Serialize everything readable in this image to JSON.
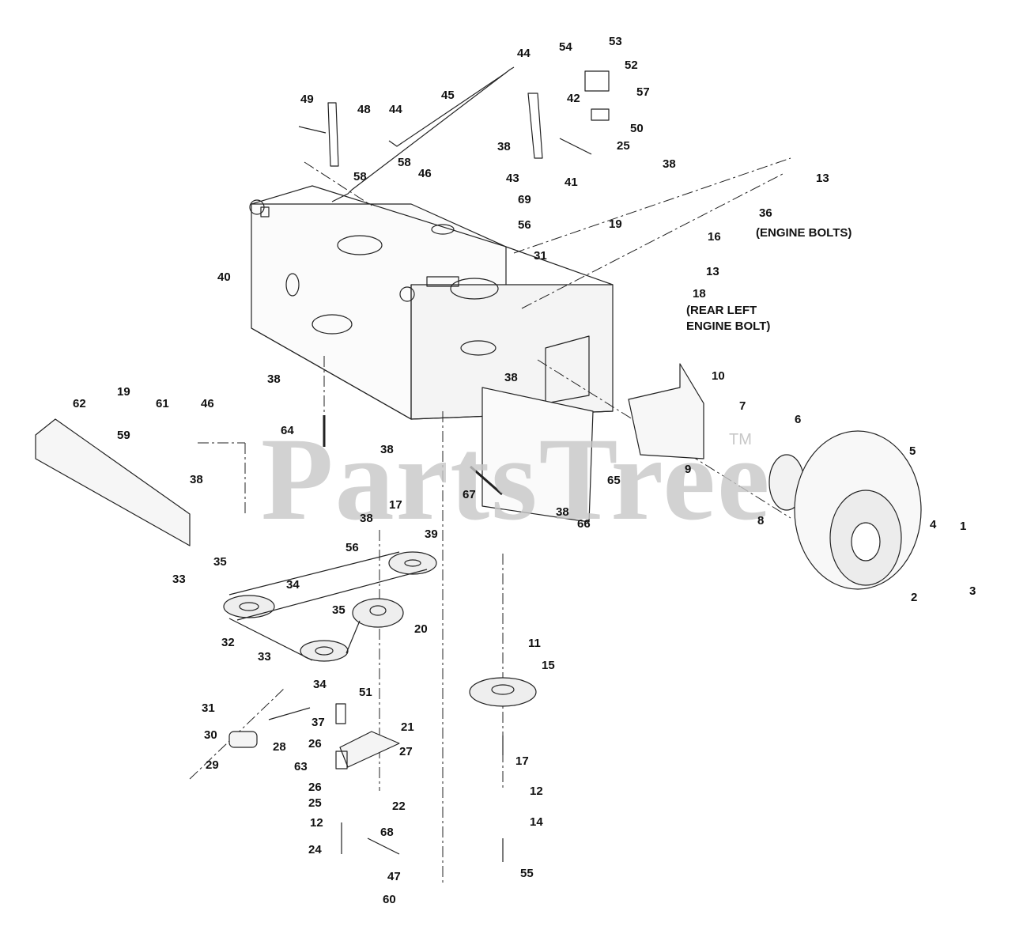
{
  "watermark": {
    "text": "PartsTree",
    "tm": "TM"
  },
  "notes": {
    "engine_bolts": "(ENGINE BOLTS)",
    "rear_left_1": "(REAR LEFT",
    "rear_left_2": "ENGINE BOLT)"
  },
  "callouts": [
    {
      "id": "44a",
      "text": "44"
    },
    {
      "id": "54",
      "text": "54"
    },
    {
      "id": "53",
      "text": "53"
    },
    {
      "id": "52",
      "text": "52"
    },
    {
      "id": "45",
      "text": "45"
    },
    {
      "id": "49",
      "text": "49"
    },
    {
      "id": "48",
      "text": "48"
    },
    {
      "id": "42",
      "text": "42"
    },
    {
      "id": "57",
      "text": "57"
    },
    {
      "id": "44b",
      "text": "44"
    },
    {
      "id": "50",
      "text": "50"
    },
    {
      "id": "38a",
      "text": "38"
    },
    {
      "id": "25a",
      "text": "25"
    },
    {
      "id": "58a",
      "text": "58"
    },
    {
      "id": "46a",
      "text": "46"
    },
    {
      "id": "43",
      "text": "43"
    },
    {
      "id": "41",
      "text": "41"
    },
    {
      "id": "38b",
      "text": "38"
    },
    {
      "id": "13a",
      "text": "13"
    },
    {
      "id": "58b",
      "text": "58"
    },
    {
      "id": "69",
      "text": "69"
    },
    {
      "id": "36",
      "text": "36"
    },
    {
      "id": "56a",
      "text": "56"
    },
    {
      "id": "19a",
      "text": "19"
    },
    {
      "id": "16",
      "text": "16"
    },
    {
      "id": "31a",
      "text": "31"
    },
    {
      "id": "40",
      "text": "40"
    },
    {
      "id": "13b",
      "text": "13"
    },
    {
      "id": "18",
      "text": "18"
    },
    {
      "id": "38c",
      "text": "38"
    },
    {
      "id": "38d",
      "text": "38"
    },
    {
      "id": "10",
      "text": "10"
    },
    {
      "id": "19b",
      "text": "19"
    },
    {
      "id": "46b",
      "text": "46"
    },
    {
      "id": "62",
      "text": "62"
    },
    {
      "id": "61",
      "text": "61"
    },
    {
      "id": "7",
      "text": "7"
    },
    {
      "id": "6",
      "text": "6"
    },
    {
      "id": "64",
      "text": "64"
    },
    {
      "id": "59",
      "text": "59"
    },
    {
      "id": "38e",
      "text": "38"
    },
    {
      "id": "38f",
      "text": "38"
    },
    {
      "id": "5",
      "text": "5"
    },
    {
      "id": "9",
      "text": "9"
    },
    {
      "id": "65",
      "text": "65"
    },
    {
      "id": "67",
      "text": "67"
    },
    {
      "id": "8",
      "text": "8"
    },
    {
      "id": "17a",
      "text": "17"
    },
    {
      "id": "38g",
      "text": "38"
    },
    {
      "id": "66",
      "text": "66"
    },
    {
      "id": "38h",
      "text": "38"
    },
    {
      "id": "39",
      "text": "39"
    },
    {
      "id": "56b",
      "text": "56"
    },
    {
      "id": "4",
      "text": "4"
    },
    {
      "id": "1",
      "text": "1"
    },
    {
      "id": "35a",
      "text": "35"
    },
    {
      "id": "33a",
      "text": "33"
    },
    {
      "id": "34a",
      "text": "34"
    },
    {
      "id": "2",
      "text": "2"
    },
    {
      "id": "3",
      "text": "3"
    },
    {
      "id": "35b",
      "text": "35"
    },
    {
      "id": "20",
      "text": "20"
    },
    {
      "id": "11",
      "text": "11"
    },
    {
      "id": "32",
      "text": "32"
    },
    {
      "id": "33b",
      "text": "33"
    },
    {
      "id": "34b",
      "text": "34"
    },
    {
      "id": "15",
      "text": "15"
    },
    {
      "id": "31b",
      "text": "31"
    },
    {
      "id": "51",
      "text": "51"
    },
    {
      "id": "37",
      "text": "37"
    },
    {
      "id": "21",
      "text": "21"
    },
    {
      "id": "30",
      "text": "30"
    },
    {
      "id": "28",
      "text": "28"
    },
    {
      "id": "26a",
      "text": "26"
    },
    {
      "id": "27",
      "text": "27"
    },
    {
      "id": "29",
      "text": "29"
    },
    {
      "id": "63",
      "text": "63"
    },
    {
      "id": "17b",
      "text": "17"
    },
    {
      "id": "26b",
      "text": "26"
    },
    {
      "id": "25b",
      "text": "25"
    },
    {
      "id": "22",
      "text": "22"
    },
    {
      "id": "12a",
      "text": "12"
    },
    {
      "id": "12b",
      "text": "12"
    },
    {
      "id": "68",
      "text": "68"
    },
    {
      "id": "14",
      "text": "14"
    },
    {
      "id": "24",
      "text": "24"
    },
    {
      "id": "47",
      "text": "47"
    },
    {
      "id": "55",
      "text": "55"
    },
    {
      "id": "60",
      "text": "60"
    }
  ]
}
